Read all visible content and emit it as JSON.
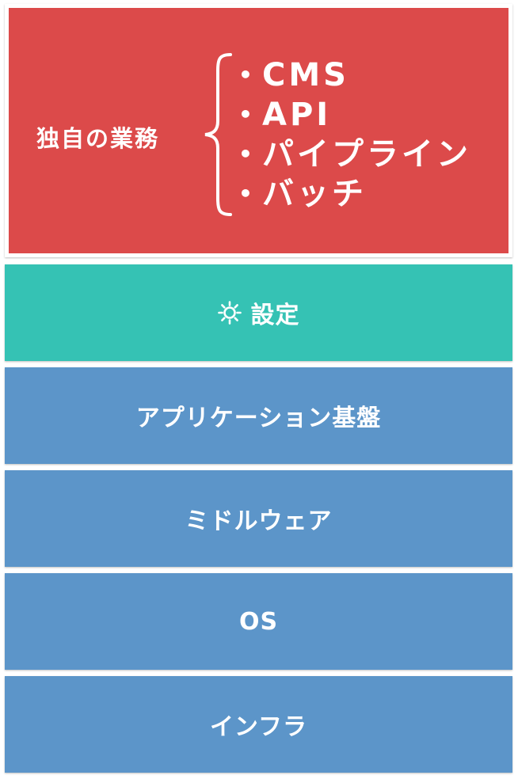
{
  "business": {
    "title": "独自の業務",
    "bullet": "•",
    "items": [
      "CMS",
      "API",
      "パイプライン",
      "バッチ"
    ]
  },
  "layers": {
    "settings": {
      "label": "設定",
      "icon": "sun-gear-icon"
    },
    "app_platform": {
      "label": "アプリケーション基盤"
    },
    "middleware": {
      "label": "ミドルウェア"
    },
    "os": {
      "label": "OS"
    },
    "infra": {
      "label": "インフラ"
    }
  },
  "colors": {
    "business": "#dc4a4a",
    "settings": "#35c2b4",
    "stack": "#5c95c9",
    "text": "#ffffff"
  }
}
